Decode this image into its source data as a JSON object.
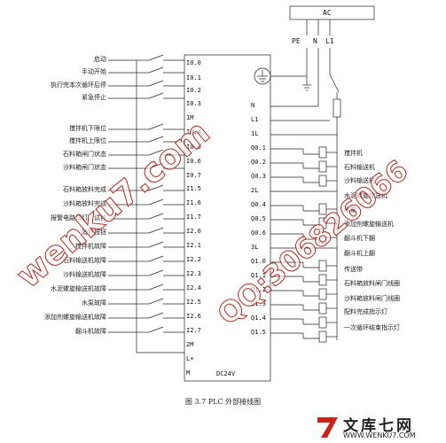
{
  "power": {
    "ac": "AC",
    "pe": "PE",
    "n": "N",
    "l1": "L1"
  },
  "left_labels": [
    "启动",
    "手动开始",
    "执行完本次循环后停",
    "紧急停止",
    "搅拌机下限位",
    "搅拌机上限位",
    "石料箱闸门状态",
    "沙料箱闸门状态",
    "石料箱放料完成",
    "沙料箱放料完成",
    "报警电路试灯、试铃",
    "消铃按钮",
    "搅拌机故障",
    "石料输送机故障",
    "沙料输送机故障",
    "水泥螺旋输送机故障",
    "水泵故障",
    "添加剂螺旋输送机故障",
    "翻斗机故障"
  ],
  "input_pins": [
    "I0.0",
    "I0.1",
    "I0.2",
    "I0.3",
    "1M",
    "I0.4",
    "I0.5",
    "I0.6",
    "I0.7",
    "I1.5",
    "I1.6",
    "I1.7",
    "I2.0",
    "I2.1",
    "I2.2",
    "I2.3",
    "I2.4",
    "I2.5",
    "I2.6",
    "I2.7",
    "2M",
    "L+",
    "M"
  ],
  "output_pins": [
    "N",
    "L1",
    "1L",
    "Q0.1",
    "Q0.2",
    "Q0.3",
    "2L",
    "Q0.4",
    "Q0.5",
    "Q0.6",
    "3L",
    "Q1.0",
    "Q1.1",
    "Q1.2",
    "Q1.3",
    "Q1.4",
    "Q1.5"
  ],
  "right_labels": [
    "搅拌机",
    "石料输送机",
    "沙料输送机",
    "水泥螺旋输送机",
    "水泵",
    "添加剂螺旋输送机",
    "翻斗机下翻",
    "翻斗机上翻",
    "传送带",
    "石料箱放料闸门线圈",
    "沙料箱放料闸门线圈",
    "配料完成指示灯",
    "一次循环结束指示灯"
  ],
  "plc_power": "DC24V",
  "caption": "图 3.7  PLC 外部接线图",
  "watermarks": {
    "w1": "wenku7.com",
    "w2": "QQ:306826066"
  },
  "logo": {
    "cn": "文库七网",
    "url": "WWW.WENKU7.COM"
  },
  "colors": {
    "line": "#222222",
    "watermark": "#b22a1a",
    "logo_red": "#c8241a"
  }
}
